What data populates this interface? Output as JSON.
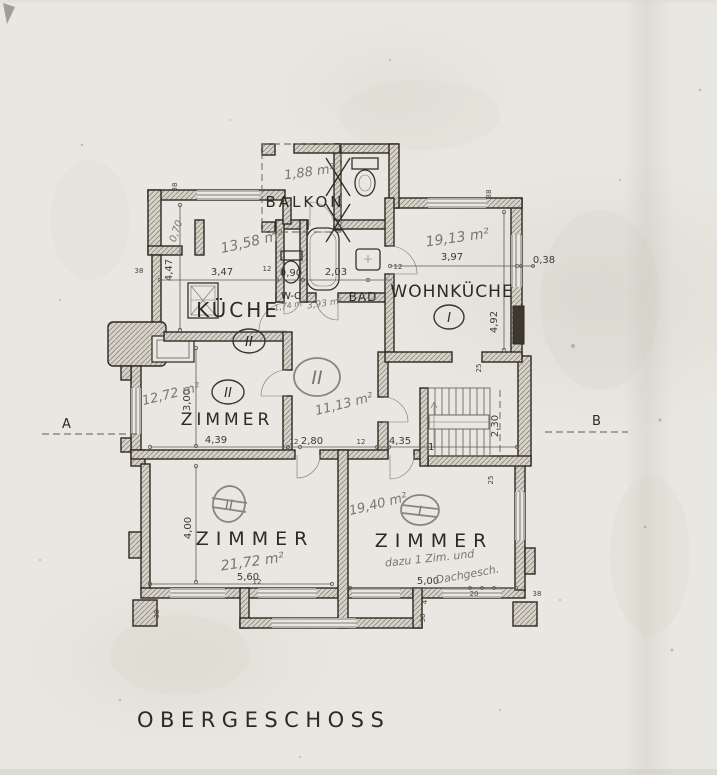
{
  "drawing_title": "OBERGESCHOSS",
  "section_markers": {
    "left": "A",
    "right": "B"
  },
  "rooms": {
    "balkon": {
      "label": "BALKON",
      "area": "1,88 m²"
    },
    "alkoven": {
      "area": "0,70"
    },
    "kueche": {
      "label": "KÜCHE",
      "unit": "II",
      "area": "13,58 m²",
      "width": "3,47",
      "depth": "4,47"
    },
    "wc": {
      "label": "W-C",
      "area": "1,74 m²",
      "width": "0,90"
    },
    "bad": {
      "label": "BAD",
      "area": "3,93 m²",
      "width": "2,03"
    },
    "wohnkueche": {
      "label": "WOHNKÜCHE",
      "unit": "I",
      "area": "19,13 m²",
      "width": "3,97",
      "depth": "4,92"
    },
    "zimmer_mitte": {
      "label": "ZIMMER",
      "unit": "II",
      "area": "12,72 m²",
      "width": "4,39",
      "depth": "3,00"
    },
    "diele": {
      "unit": "II",
      "area": "11,13 m²",
      "width": "2,80"
    },
    "treppenhaus": {
      "width": "4,35",
      "depth": "2,30",
      "step_label": "25",
      "start_label": "1"
    },
    "zimmer_sw": {
      "label": "ZIMMER",
      "unit": "II",
      "area": "21,72 m²",
      "width": "5,60",
      "depth": "4,00"
    },
    "zimmer_se": {
      "label": "ZIMMER",
      "unit": "I",
      "area": "19,40 m²",
      "width": "5,00",
      "note_line1": "dazu 1 Zim. und",
      "note_line2": "Dachgesch."
    }
  },
  "wall_marks": {
    "t38": "38",
    "t12": "12",
    "t20": "20",
    "t25": "25",
    "t038": "0,38",
    "t4": "4"
  }
}
